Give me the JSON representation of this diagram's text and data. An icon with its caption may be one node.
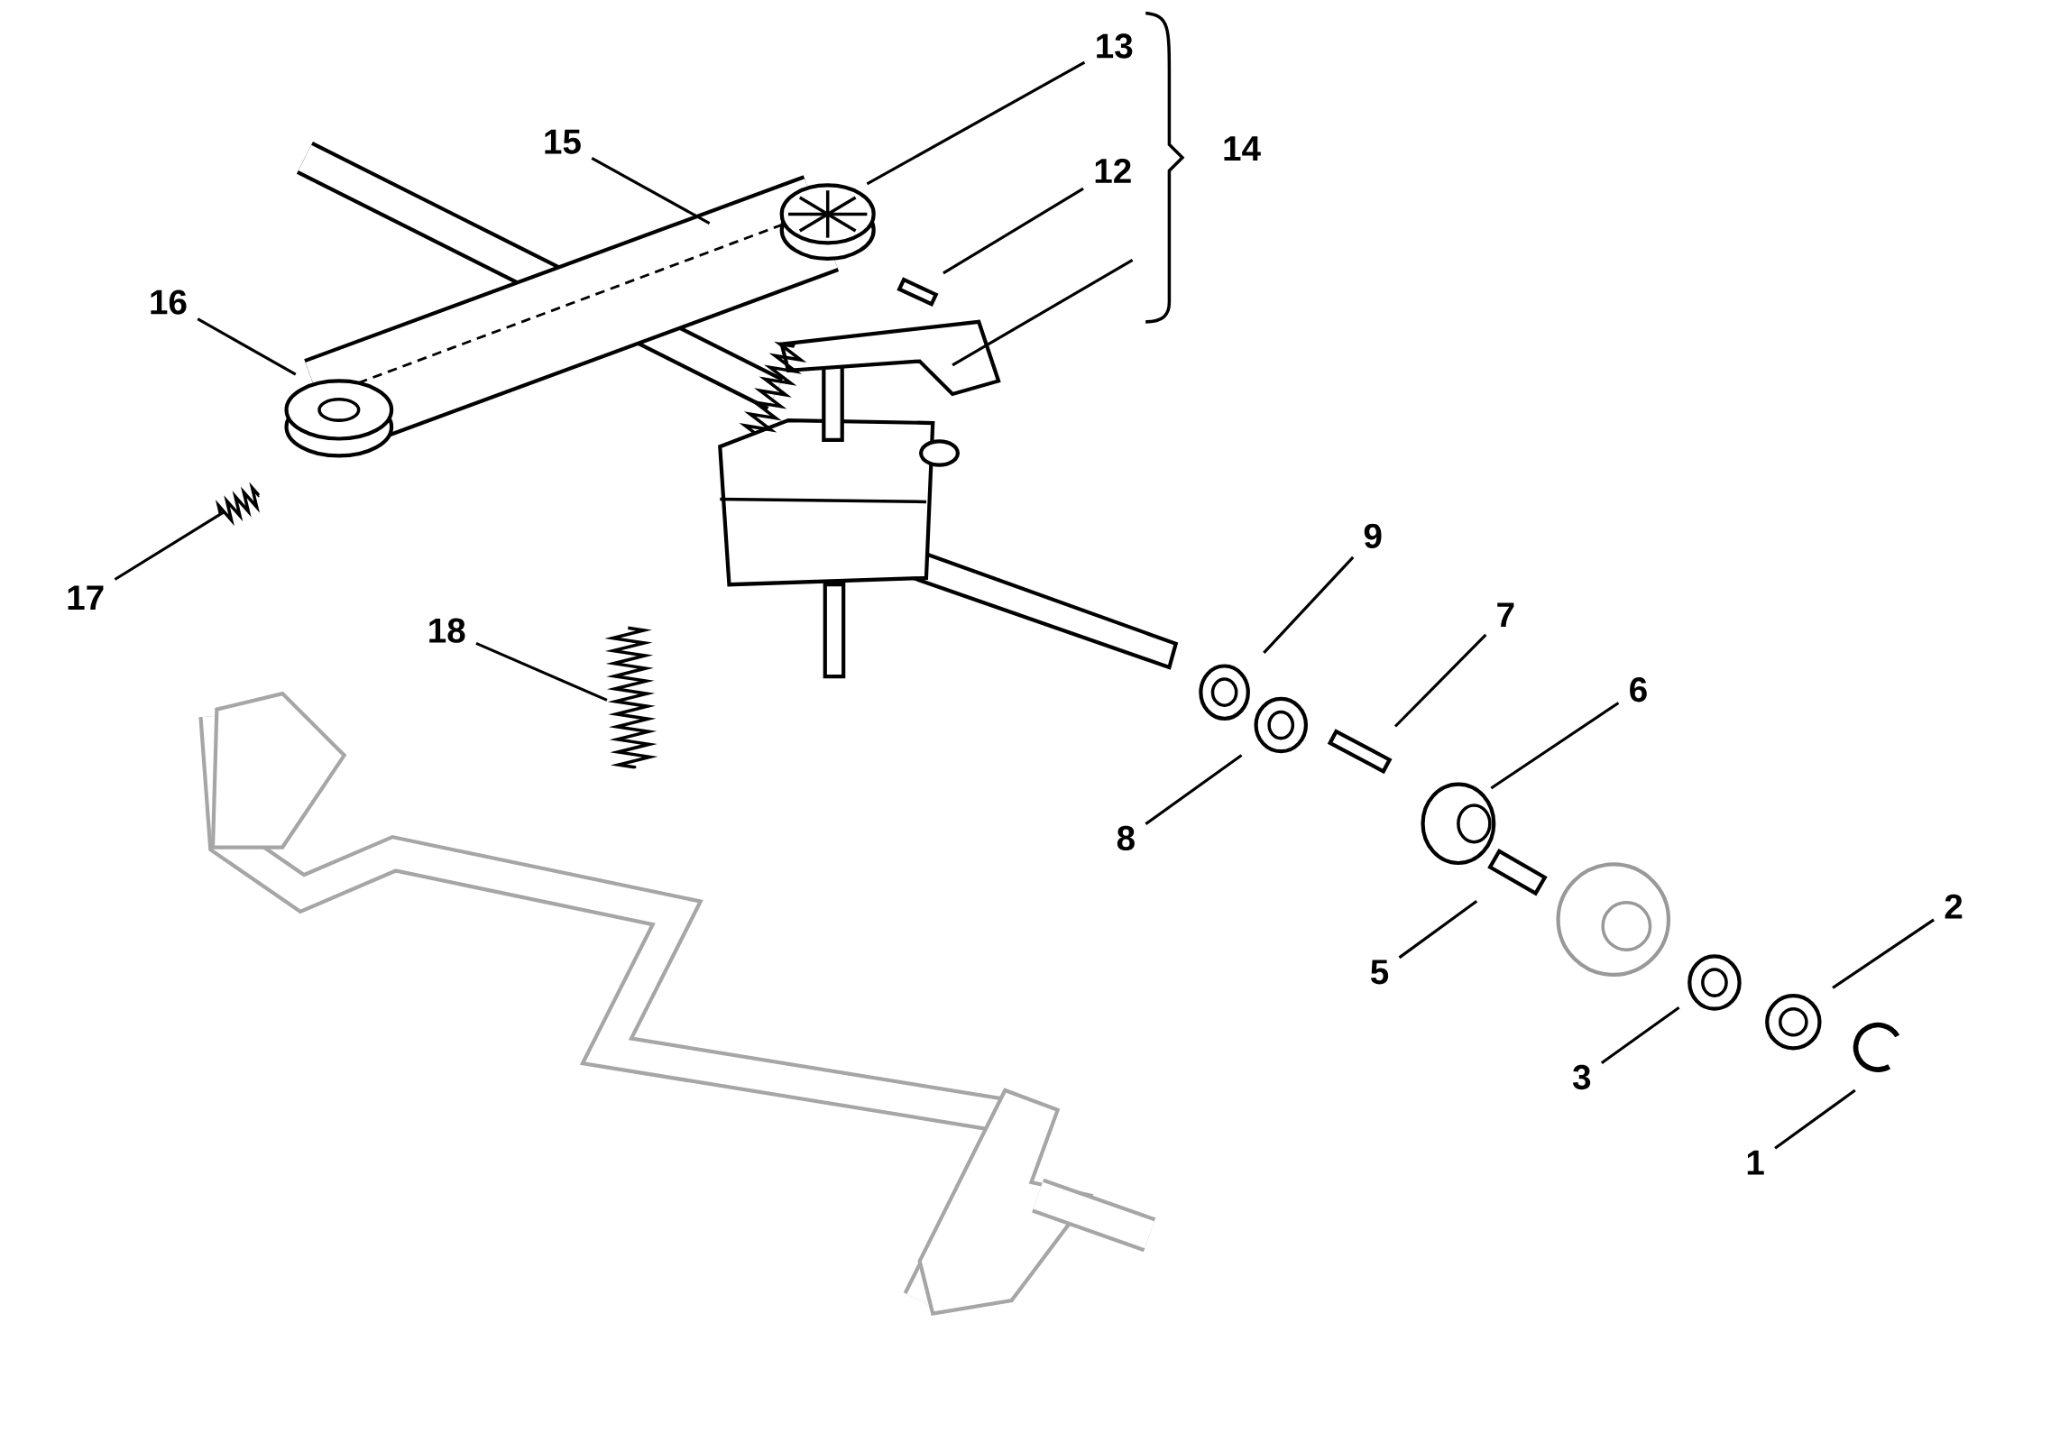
{
  "diagram": {
    "nodes": [
      {
        "text": [
          "13"
        ]
      },
      {
        "text": [
          "15"
        ]
      },
      {
        "text": [
          "12"
        ]
      },
      {
        "text": [
          "16"
        ]
      },
      {
        "text": [
          "17"
        ]
      },
      {
        "text": [
          "9"
        ]
      },
      {
        "text": [
          "18"
        ]
      },
      {
        "text": [
          "7"
        ]
      },
      {
        "text": [
          "6"
        ]
      },
      {
        "text": [
          "8"
        ]
      },
      {
        "text": [
          "5"
        ]
      },
      {
        "text": [
          "2"
        ]
      },
      {
        "text": [
          "3"
        ]
      },
      {
        "text": [
          "1"
        ]
      }
    ],
    "edges": [
      {
        "from": 0,
        "to": null,
        "arrow": "none"
      },
      {
        "from": 1,
        "to": null,
        "arrow": "none"
      },
      {
        "from": 2,
        "to": null,
        "arrow": "none"
      },
      {
        "from": 3,
        "to": null,
        "arrow": "none"
      },
      {
        "from": 4,
        "to": null,
        "arrow": "none"
      },
      {
        "from": 5,
        "to": null,
        "arrow": "none"
      },
      {
        "from": 6,
        "to": null,
        "arrow": "none"
      },
      {
        "from": 7,
        "to": null,
        "arrow": "none"
      },
      {
        "from": 8,
        "to": null,
        "arrow": "none"
      },
      {
        "from": 9,
        "to": null,
        "arrow": "none"
      },
      {
        "from": 10,
        "to": null,
        "arrow": "none"
      },
      {
        "from": 11,
        "to": null,
        "arrow": "none"
      },
      {
        "from": 12,
        "to": null,
        "arrow": "none"
      },
      {
        "from": 13,
        "to": null,
        "arrow": "none"
      }
    ],
    "labels": [
      "14"
    ]
  }
}
